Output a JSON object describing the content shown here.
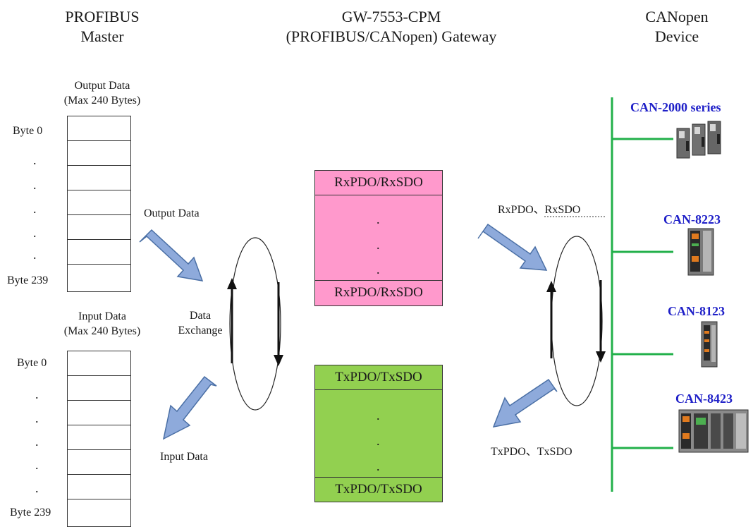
{
  "headers": {
    "master_line1": "PROFIBUS",
    "master_line2": "Master",
    "gateway_line1": "GW-7553-CPM",
    "gateway_line2": "(PROFIBUS/CANopen)  Gateway",
    "device_line1": "CANopen",
    "device_line2": "Device"
  },
  "output_block": {
    "title_line1": "Output Data",
    "title_line2": "(Max 240 Bytes)",
    "first_byte": "Byte 0",
    "last_byte": "Byte 239"
  },
  "input_block": {
    "title_line1": "Input Data",
    "title_line2": "(Max 240 Bytes)",
    "first_byte": "Byte 0",
    "last_byte": "Byte 239"
  },
  "arrow_labels": {
    "output_data": "Output Data",
    "input_data": "Input Data",
    "data_exchange_line1": "Data",
    "data_exchange_line2": "Exchange",
    "rx_label": "RxPDO、RxSDO",
    "tx_label": "TxPDO、TxSDO"
  },
  "rx_box": {
    "top": "RxPDO/RxSDO",
    "bottom": "RxPDO/RxSDO",
    "fill": "#ff99cc"
  },
  "tx_box": {
    "top": "TxPDO/TxSDO",
    "bottom": "TxPDO/TxSDO",
    "fill": "#92d050"
  },
  "devices": [
    {
      "name": "CAN-2000 series",
      "icon": "module-cluster-icon"
    },
    {
      "name": "CAN-8223",
      "icon": "module-device-icon"
    },
    {
      "name": "CAN-8123",
      "icon": "module-device-icon"
    },
    {
      "name": "CAN-8423",
      "icon": "module-device-icon"
    }
  ],
  "colors": {
    "bus_line": "#22b04a",
    "arrow_fill": "#8eaadb",
    "arrow_stroke": "#4a6fa5",
    "device_label": "#1f20c8"
  },
  "dot": "."
}
